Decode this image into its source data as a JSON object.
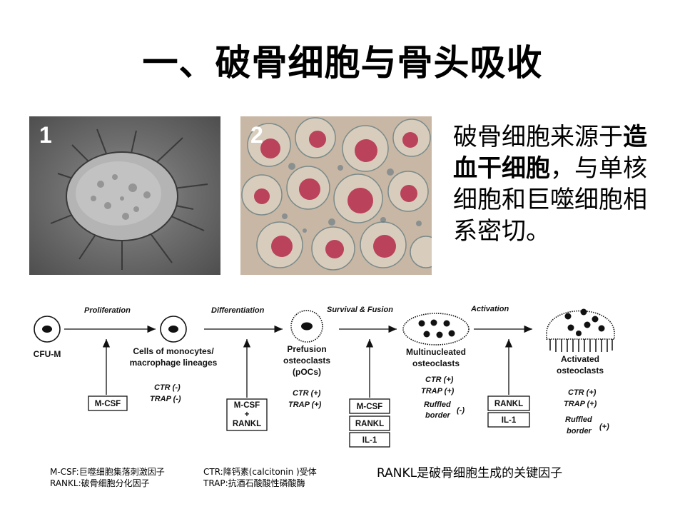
{
  "title": "一、破骨细胞与骨头吸收",
  "photos": [
    {
      "number": "1"
    },
    {
      "number": "2"
    }
  ],
  "description": {
    "part1": "破骨细胞来源于",
    "bold": "造血干细胞",
    "part2": "，与单核细胞和巨噬细胞相系密切。"
  },
  "diagram": {
    "steps": {
      "proliferation": "Proliferation",
      "differentiation": "Differentiation",
      "survival": "Survival & Fusion",
      "activation": "Activation"
    },
    "stages": {
      "cfu": "CFU-M",
      "mono_1": "Cells of monocytes/",
      "mono_2": "macrophage lineages",
      "pref_1": "Prefusion",
      "pref_2": "osteoclasts",
      "pref_3": "(pOCs)",
      "multi_1": "Multinucleated",
      "multi_2": "osteoclasts",
      "act_1": "Activated",
      "act_2": "osteoclasts"
    },
    "markers": {
      "ctr_neg": "CTR (-)",
      "trap_neg": "TRAP (-)",
      "ctr_pos": "CTR (+)",
      "trap_pos": "TRAP (+)",
      "ruffled": "Ruffled",
      "border": "border",
      "neg": "(-)",
      "pos": "(+)"
    },
    "factors": {
      "mcsf": "M-CSF",
      "plus": "+",
      "rankl": "RANKL",
      "il1": "IL-1"
    }
  },
  "legend": {
    "mcsf": "M-CSF:巨噬细胞集落刺激因子",
    "rankl": "RANKL:破骨细胞分化因子",
    "ctr": "CTR:降钙素(calcitonin )受体",
    "trap": "TRAP:抗酒石酸酸性磷酸酶"
  },
  "key_note": "RANKL是破骨细胞生成的关键因子"
}
